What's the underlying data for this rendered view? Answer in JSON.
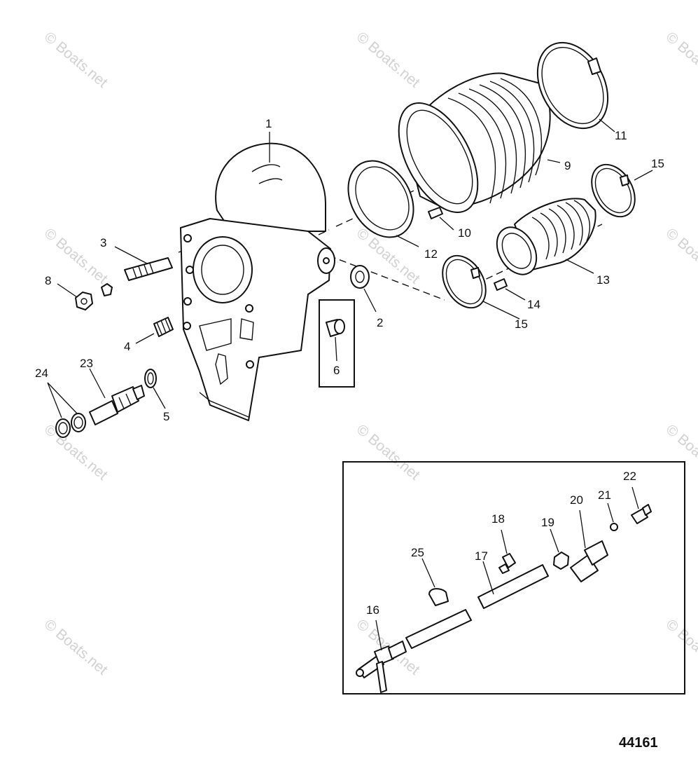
{
  "watermark": {
    "text": "© Boats.net"
  },
  "drawing_number": "44161",
  "callouts": {
    "c1": "1",
    "c2": "2",
    "c3": "3",
    "c4": "4",
    "c5": "5",
    "c6": "6",
    "c8": "8",
    "c9": "9",
    "c10": "10",
    "c11": "11",
    "c12": "12",
    "c13": "13",
    "c14": "14",
    "c15a": "15",
    "c15b": "15",
    "c16": "16",
    "c17": "17",
    "c18": "18",
    "c19": "19",
    "c20": "20",
    "c21": "21",
    "c22": "22",
    "c23": "23",
    "c24": "24",
    "c25": "25"
  }
}
